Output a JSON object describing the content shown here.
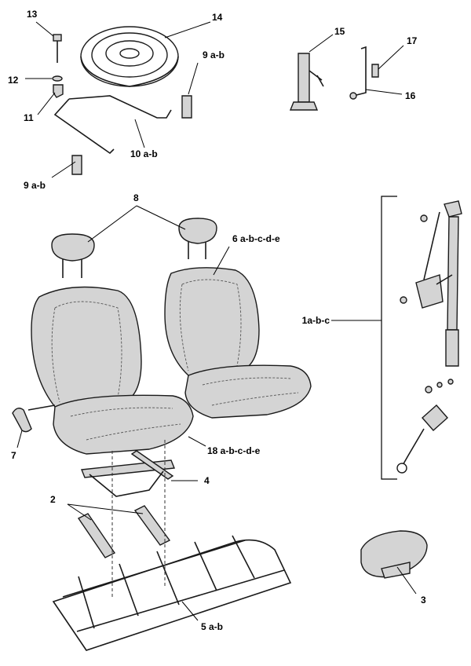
{
  "labels": {
    "l1": "1a-b-c",
    "l2": "2",
    "l3": "3",
    "l4": "4",
    "l5": "5 a-b",
    "l6": "6 a-b-c-d-e",
    "l7": "7",
    "l8": "8",
    "l9a": "9 a-b",
    "l9b": "9 a-b",
    "l10": "10 a-b",
    "l11": "11",
    "l12": "12",
    "l13": "13",
    "l14": "14",
    "l15": "15",
    "l16": "16",
    "l17": "17",
    "l18": "18 a-b-c-d-e"
  }
}
